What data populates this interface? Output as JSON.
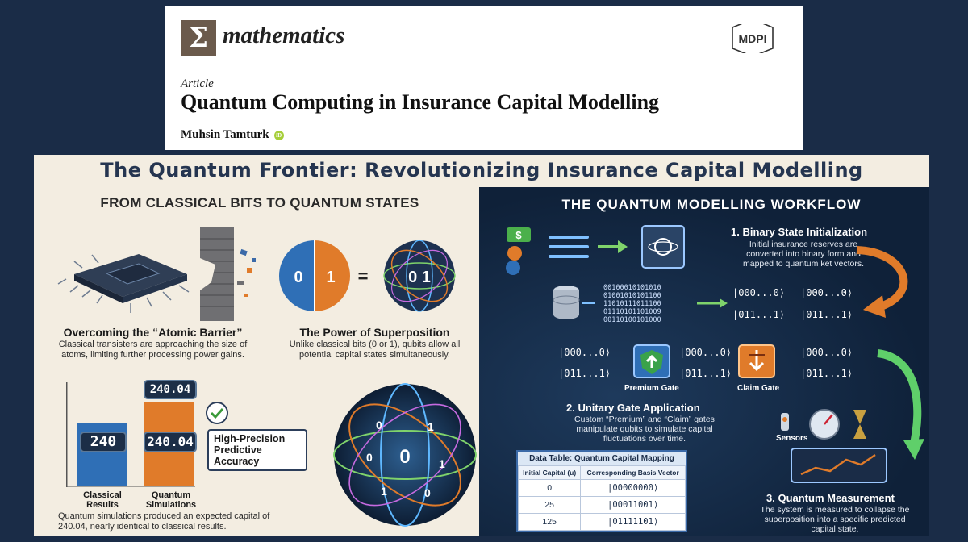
{
  "journal": {
    "logo_glyph": "Σ",
    "name": "mathematics",
    "publisher": "MDPI",
    "article_kind": "Article",
    "title": "Quantum Computing in Insurance Capital Modelling",
    "author": "Muhsin Tamturk"
  },
  "infographic": {
    "title": "The Quantum Frontier: Revolutionizing Insurance Capital Modelling",
    "left_heading": "FROM CLASSICAL BITS TO QUANTUM STATES",
    "atomic": {
      "title": "Overcoming the “Atomic Barrier”",
      "text": "Classical transisters are approaching the size of atoms, limiting further processing power gains."
    },
    "superposition": {
      "title": "The Power of Superposition",
      "text": "Unlike classical bits (0 or 1), qubits allow all potential capital states simultaneously.",
      "bit_zero": "0",
      "bit_one": "1",
      "equals": "="
    },
    "accuracy": {
      "classical_value": "240",
      "quantum_value": "240.04",
      "quantum_value_top": "240.04",
      "badge": "High-Precision Predictive Accuracy",
      "classical_label": "Classical Results",
      "quantum_label": "Quantum Simulations",
      "text": "Quantum simulations produced an expected capital of 240.04, nearly identical to classical results."
    },
    "workflow": {
      "heading": "THE QUANTUM MODELLING WORKFLOW",
      "step1_title": "1. Binary State Initialization",
      "step1_text": "Initial insurance reserves are converted into binary form and mapped to quantum ket vectors.",
      "bit_rows": [
        "00100010101010",
        "01001010101100",
        "11010111011100",
        "01110101101009",
        "00110100101000"
      ],
      "ket_top": "|000...0⟩",
      "ket_bottom": "|011...1⟩",
      "dots": "⋮",
      "premium_gate": "Premium Gate",
      "claim_gate": "Claim Gate",
      "step2_title": "2. Unitary Gate Application",
      "step2_text": "Custom “Premium” and “Claim” gates manipulate qubits to simulate capital fluctuations over time.",
      "sensors": "Sensors",
      "step3_title": "3. Quantum Measurement",
      "step3_text": "The system is measured to collapse the superposition into a specific predicted capital state."
    },
    "table": {
      "title": "Data Table: Quantum Capital Mapping",
      "headers": [
        "Initial Capital (u)",
        "Corresponding Basis Vector"
      ],
      "rows": [
        [
          "0",
          "|00000000⟩"
        ],
        [
          "25",
          "|00011001⟩"
        ],
        [
          "125",
          "|01111101⟩"
        ]
      ]
    },
    "colors": {
      "brand_logo": "#6b5a4c",
      "background": "#1a2c47",
      "infographic_bg": "#f3ede1",
      "blue": "#2f6fb6",
      "orange": "#e07b2a"
    }
  }
}
